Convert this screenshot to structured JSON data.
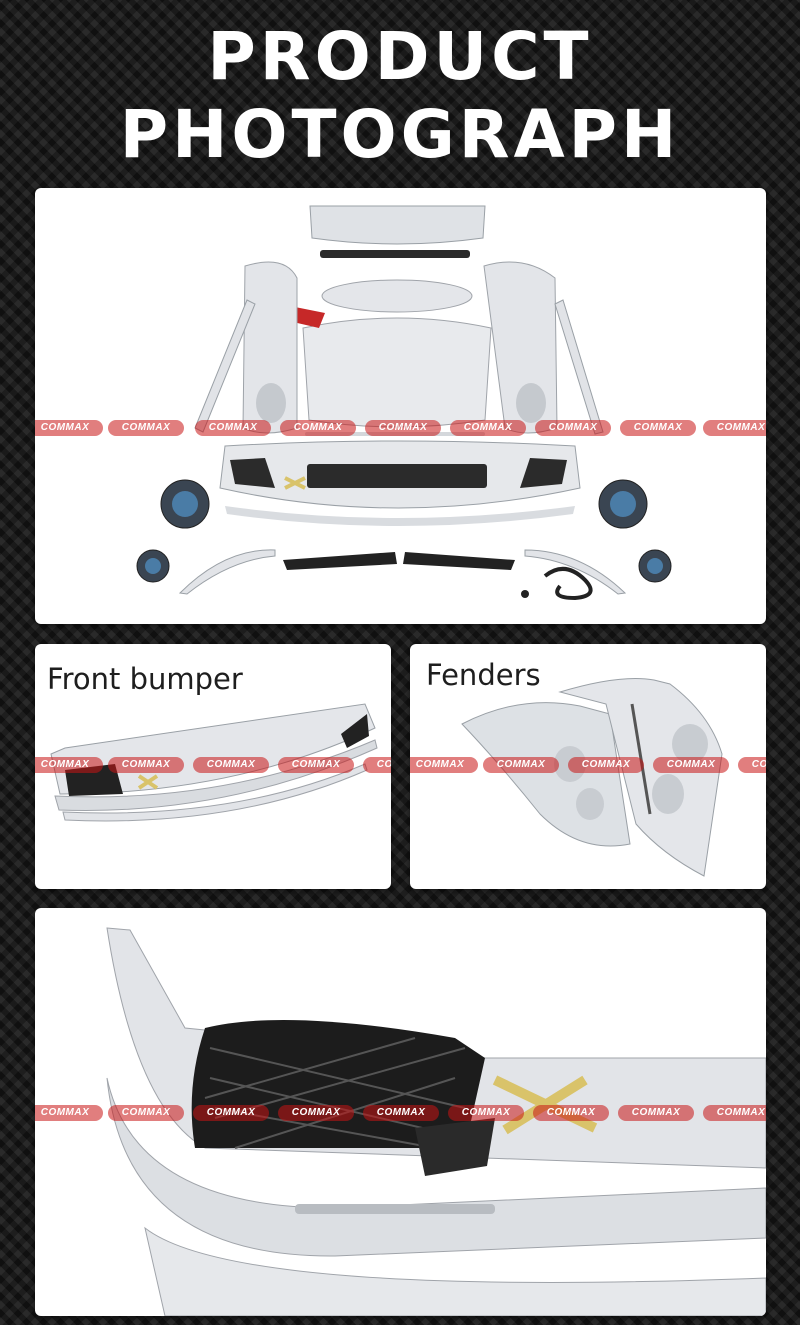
{
  "header": {
    "title_line1": "PRODUCT",
    "title_line2": "PHOTOGRAPH"
  },
  "panels": {
    "front_bumper_label": "Front bumper",
    "fenders_label": "Fenders"
  },
  "watermark": {
    "text": "COMMAX",
    "color": "#c81414"
  },
  "colors": {
    "background": "#1b1b1b",
    "title": "#ffffff",
    "panel": "#ffffff",
    "part_primer": "#dfe2e6",
    "grille": "#1a1a1a",
    "accent_tape": "#d9c36a"
  }
}
